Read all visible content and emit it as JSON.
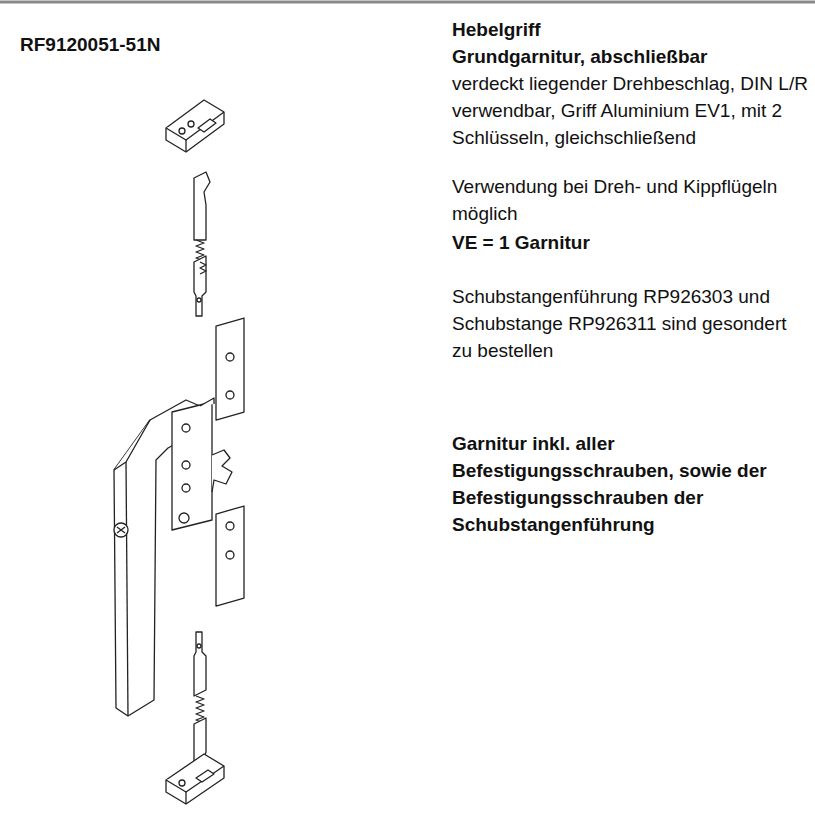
{
  "diagram": {
    "labels": [
      "RF9120051-51N",
      "Hebelgriff",
      "Grundgarnitur, abschließbar",
      "verdeckt liegender Drehbeschlag, DIN L/R verwendbar, Griff Aluminium EV1, mit 2 Schlüsseln, gleichschließend",
      "Verwendung bei Dreh- und Kippflügeln möglich",
      "VE = 1 Garnitur",
      "Schubstangenführung RP926303 und Schubstange RP926311 sind gesondert zu bestellen",
      "Garnitur inkl. aller Befestigungsschrauben, sowie der Befestigungsschrauben der Schubstangenführung"
    ]
  }
}
